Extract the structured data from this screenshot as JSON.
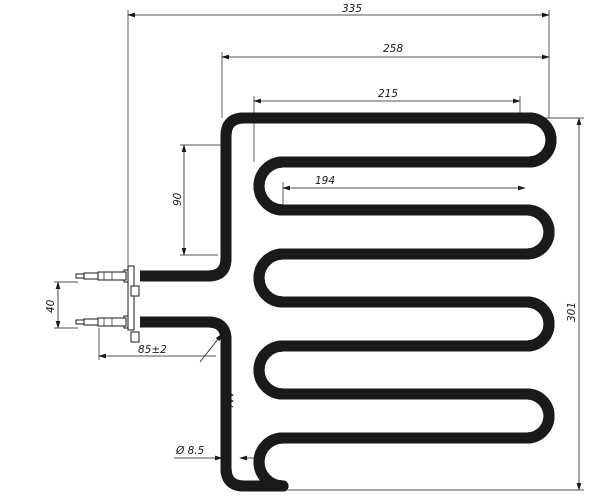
{
  "dimensions": {
    "overall_width": "335",
    "outer_loop_width": "258",
    "upper_loop_width": "215",
    "inner_loop_width": "194",
    "terminal_offset": "90",
    "terminal_spacing": "40",
    "terminal_length": "85±2",
    "height": "301",
    "tube_diameter": "Ø 8.5"
  },
  "colors": {
    "line": "#1a1a1a",
    "background": "#ffffff"
  },
  "icons": [
    "arrowhead",
    "weld-mark"
  ]
}
